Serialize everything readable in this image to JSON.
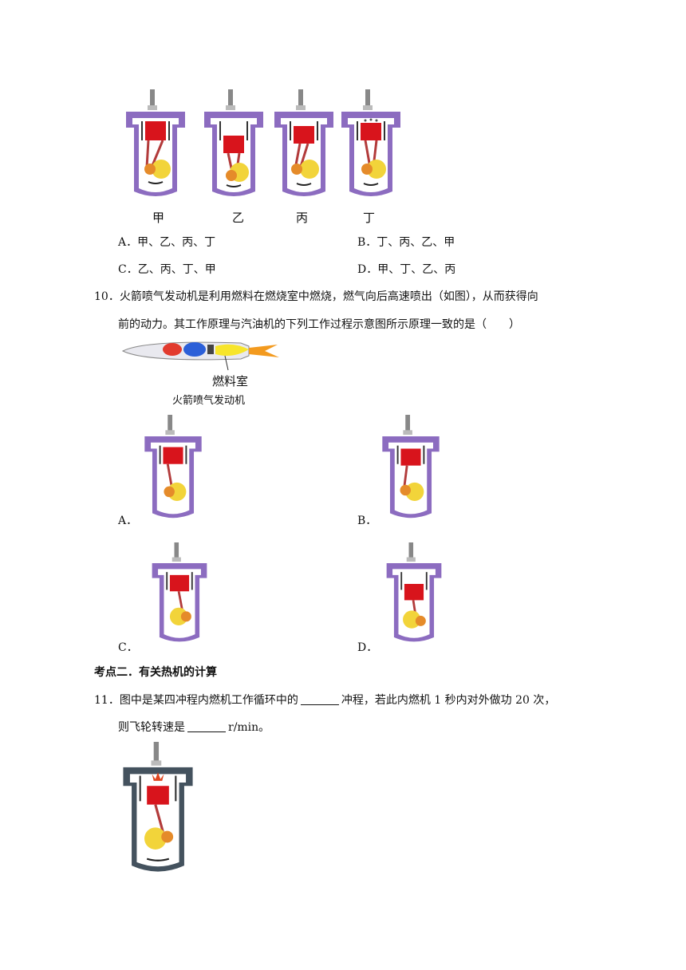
{
  "q9": {
    "figure_labels": [
      "甲",
      "乙",
      "丙",
      "丁"
    ],
    "options": [
      {
        "key": "A",
        "text": "A．甲、乙、丙、丁"
      },
      {
        "key": "B",
        "text": "B．丁、丙、乙、甲"
      },
      {
        "key": "C",
        "text": "C．乙、丙、丁、甲"
      },
      {
        "key": "D",
        "text": "D．甲、丁、乙、丙"
      }
    ]
  },
  "q10": {
    "line1": "10．火箭喷气发动机是利用燃料在燃烧室中燃烧，燃气向后高速喷出（如图），从而获得向",
    "line2": "前的动力。其工作原理与汽油机的下列工作过程示意图所示原理一致的是（　　）",
    "rocket_label_chamber": "燃料室",
    "rocket_caption": "火箭喷气发动机",
    "option_labels": [
      "A．",
      "B．",
      "C．",
      "D．"
    ]
  },
  "section": {
    "title": "考点二．有关热机的计算"
  },
  "q11": {
    "part1": "11．图中是某四冲程内燃机工作循环中的",
    "part2": "冲程，若此内燃机 1 秒内对外做功 20 次，",
    "part3": "则飞轮转速是",
    "part4": "r/min。"
  },
  "colors": {
    "engine_purple": "#8c6cc0",
    "engine_gray": "#44525e",
    "piston_red": "#d8141c",
    "flywheel_yellow": "#f2d43a",
    "flame_orange": "#f39a1e"
  }
}
